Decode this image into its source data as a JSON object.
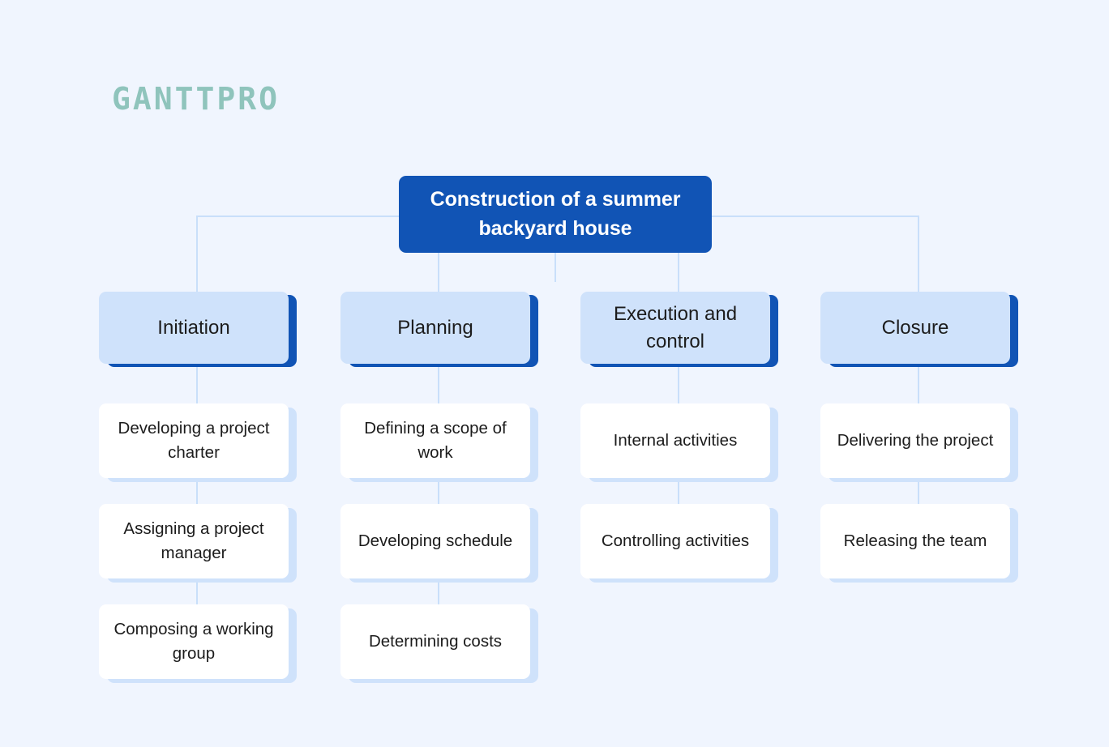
{
  "brand": {
    "logo_text": "GANTTPRO",
    "logo_color": "#8fc4bc"
  },
  "colors": {
    "background": "#f0f5fe",
    "root_fill": "#1154b5",
    "root_text": "#ffffff",
    "phase_fill": "#cfe2fb",
    "phase_shadow": "#1154b5",
    "task_fill": "#ffffff",
    "task_shadow": "#cfe2fb",
    "connector": "#c9dffa",
    "node_text": "#1c1c1c"
  },
  "chart_data": {
    "type": "diagram",
    "diagram_type": "work-breakdown-structure",
    "title": "Construction of a summer backyard house",
    "levels": 3,
    "branch_count": 4
  },
  "root": {
    "label": "Construction of a summer backyard house"
  },
  "branches": [
    {
      "phase": "Initiation",
      "tasks": [
        "Developing a project charter",
        "Assigning a project manager",
        "Composing a working group"
      ]
    },
    {
      "phase": "Planning",
      "tasks": [
        "Defining a scope of work",
        "Developing schedule",
        "Determining costs"
      ]
    },
    {
      "phase": "Execution and control",
      "tasks": [
        "Internal activities",
        "Controlling activities"
      ]
    },
    {
      "phase": "Closure",
      "tasks": [
        "Delivering the project",
        "Releasing the team"
      ]
    }
  ]
}
